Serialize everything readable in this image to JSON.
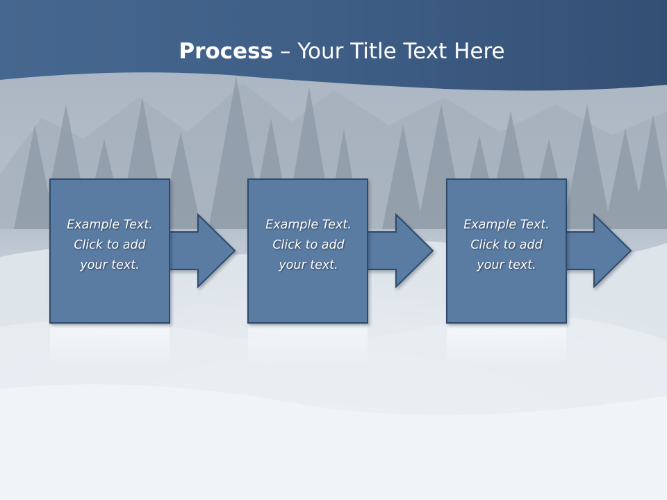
{
  "slide": {
    "title_bold": "Process",
    "title_rest": " – Your Title Text Here"
  },
  "steps": [
    {
      "line1": "Example Text.",
      "line2": "Click  to add",
      "line3": "your text."
    },
    {
      "line1": "Example Text.",
      "line2": "Click  to add",
      "line3": "your text."
    },
    {
      "line1": "Example Text.",
      "line2": "Click  to add",
      "line3": "your text."
    }
  ],
  "colors": {
    "banner": "#3d5c82",
    "box_fill": "#5a7ba3",
    "box_stroke": "#2f4a6b",
    "snow": "#e6ebf0"
  },
  "icons": {
    "connector": "right-arrow-icon"
  }
}
